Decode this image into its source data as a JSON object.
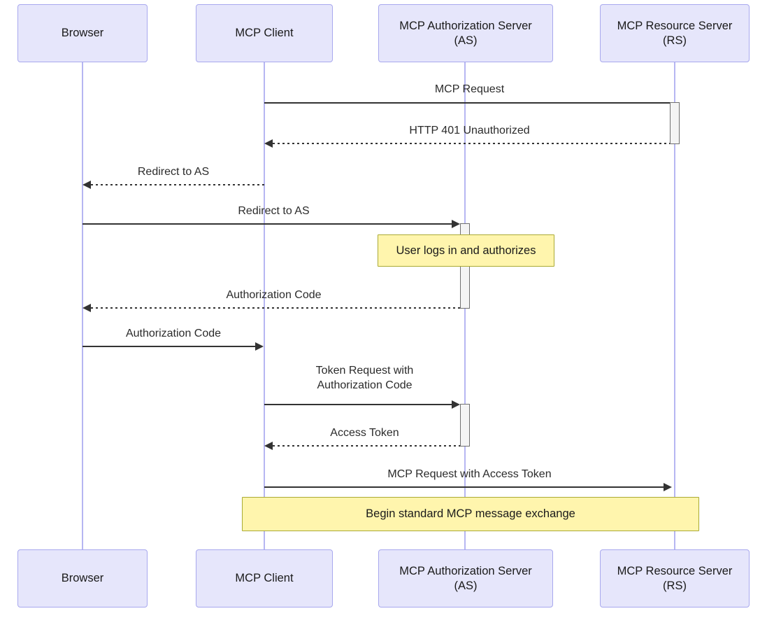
{
  "diagram_type": "sequence-diagram",
  "participants": [
    {
      "id": "browser",
      "label": "Browser"
    },
    {
      "id": "mcp-client",
      "label": "MCP Client"
    },
    {
      "id": "mcp-as",
      "label": "MCP Authorization Server",
      "sublabel": "(AS)"
    },
    {
      "id": "mcp-rs",
      "label": "MCP Resource Server",
      "sublabel": "(RS)"
    }
  ],
  "messages": [
    {
      "from": "mcp-client",
      "to": "mcp-rs",
      "style": "solid",
      "label": "MCP Request"
    },
    {
      "from": "mcp-rs",
      "to": "mcp-client",
      "style": "dashed",
      "label": "HTTP 401 Unauthorized"
    },
    {
      "from": "mcp-client",
      "to": "browser",
      "style": "dashed",
      "label": "Redirect to AS"
    },
    {
      "from": "browser",
      "to": "mcp-as",
      "style": "solid",
      "label": "Redirect to AS"
    },
    {
      "from": "mcp-as",
      "to": "browser",
      "style": "dashed",
      "label": "Authorization Code"
    },
    {
      "from": "browser",
      "to": "mcp-client",
      "style": "solid",
      "label": "Authorization Code"
    },
    {
      "from": "mcp-client",
      "to": "mcp-as",
      "style": "solid",
      "label": "Token Request with Authorization Code",
      "line1": "Token Request with",
      "line2": "Authorization Code"
    },
    {
      "from": "mcp-as",
      "to": "mcp-client",
      "style": "dashed",
      "label": "Access Token"
    },
    {
      "from": "mcp-client",
      "to": "mcp-rs",
      "style": "solid",
      "label": "MCP Request with Access Token"
    }
  ],
  "notes": [
    {
      "over": "mcp-as",
      "text": "User logs in and authorizes"
    },
    {
      "over": "mcp-client,mcp-rs",
      "text": "Begin standard MCP message exchange"
    }
  ],
  "colors": {
    "actor_fill": "#e6e6fb",
    "actor_border": "#a8a8ee",
    "lifeline": "#b6b6f2",
    "msg_color": "#333333",
    "activation_fill": "#f4f4f4",
    "activation_border": "#707070",
    "note_fill": "#fff5ad",
    "note_border": "#aaaa33"
  }
}
